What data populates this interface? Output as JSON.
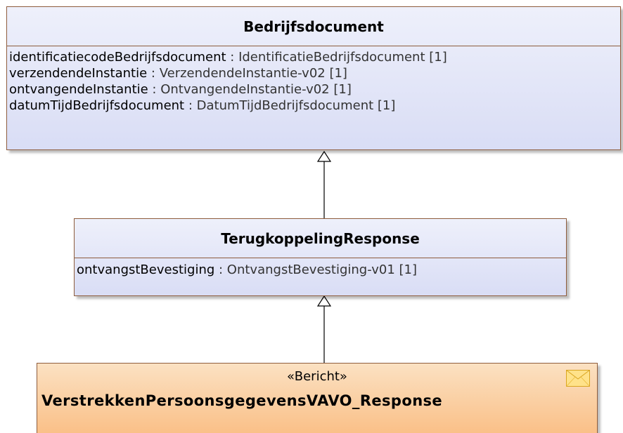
{
  "classes": {
    "bedrijfsdocument": {
      "name": "Bedrijfsdocument",
      "attributes": [
        {
          "name": "identificatiecodeBedrijfsdocument",
          "type": " : IdentificatieBedrijfsdocument [1]"
        },
        {
          "name": "verzendendeInstantie",
          "type": " : VerzendendeInstantie-v02 [1]"
        },
        {
          "name": "ontvangendeInstantie",
          "type": " : OntvangendeInstantie-v02 [1]"
        },
        {
          "name": "datumTijdBedrijfsdocument",
          "type": " : DatumTijdBedrijfsdocument [1]"
        }
      ]
    },
    "terugkoppeling": {
      "name": "TerugkoppelingResponse",
      "attributes": [
        {
          "name": "ontvangstBevestiging",
          "type": " : OntvangstBevestiging-v01 [1]"
        }
      ]
    },
    "bericht": {
      "stereotype": "«Bericht»",
      "name": "VerstrekkenPersoonsgegevensVAVO_Response",
      "icon": "envelope-icon"
    }
  },
  "colors": {
    "class_fill": "#dfe2f7",
    "message_fill": "#fac088",
    "border": "#8e5c3c"
  }
}
